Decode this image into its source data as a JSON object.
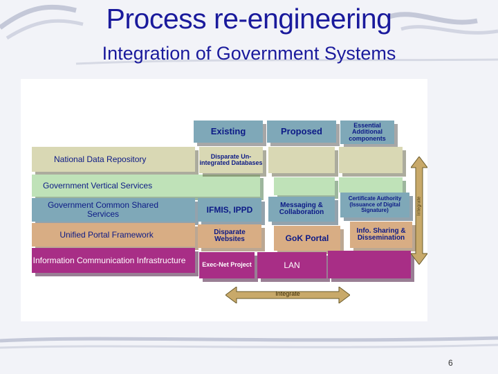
{
  "title": "Process re-engineering",
  "subtitle": "Integration of Government Systems",
  "page_number": "6",
  "header": {
    "existing": "Existing",
    "proposed": "Proposed",
    "essential": "Essential Additional components"
  },
  "rows": {
    "ndr": "National Data Repository",
    "gvs": "Government Vertical Services",
    "gcss": "Government Common Shared Services",
    "upf": "Unified Portal Framework",
    "ici": "Information Communication Infrastructure"
  },
  "existing_cells": {
    "disparate_db": "Disparate Un-integrated Databases",
    "ifmis": "IFMIS, IPPD",
    "disparate_web": "Disparate Websites",
    "execnet": "Exec-Net Project"
  },
  "proposed_cells": {
    "messaging": "Messaging & Collaboration",
    "gok": "GoK Portal",
    "lan": "LAN"
  },
  "essential_cells": {
    "cert": "Certificate Authority (Issuance of Digital Signature)",
    "info": "Info. Sharing & Dissemination"
  },
  "arrows": {
    "integrate": "Integrate",
    "vertical": "Integrate"
  },
  "colors": {
    "title": "#1a1a9c",
    "navy_text": "#0c1a86",
    "steel": "#7fa8b8",
    "green": "#bfe2b8",
    "olive": "#d9d8b4",
    "tan": "#d8ad84",
    "magenta": "#a82e86",
    "arrow": "#c8a96a"
  }
}
